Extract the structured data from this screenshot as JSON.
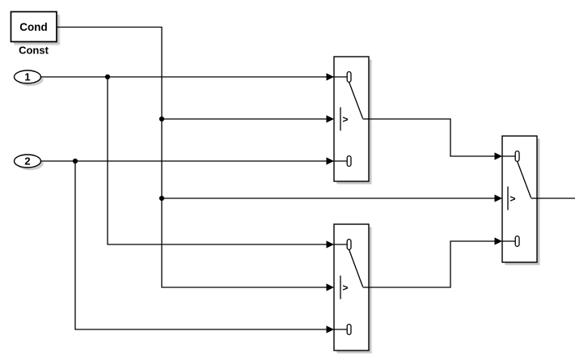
{
  "diagram": {
    "blocks": {
      "constant": {
        "text": "Cond",
        "name_label": "Const"
      },
      "inport_1": {
        "label": "1"
      },
      "inport_2": {
        "label": "2"
      },
      "switch_upper": {
        "criteria_symbol": ">"
      },
      "switch_lower": {
        "criteria_symbol": ">"
      },
      "switch_output": {
        "criteria_symbol": ">"
      }
    },
    "colors": {
      "background": "#ffffff",
      "line": "#000000",
      "block_fill": "#ffffff",
      "block_border": "#000000",
      "shadow": "#9c9c9c"
    }
  }
}
